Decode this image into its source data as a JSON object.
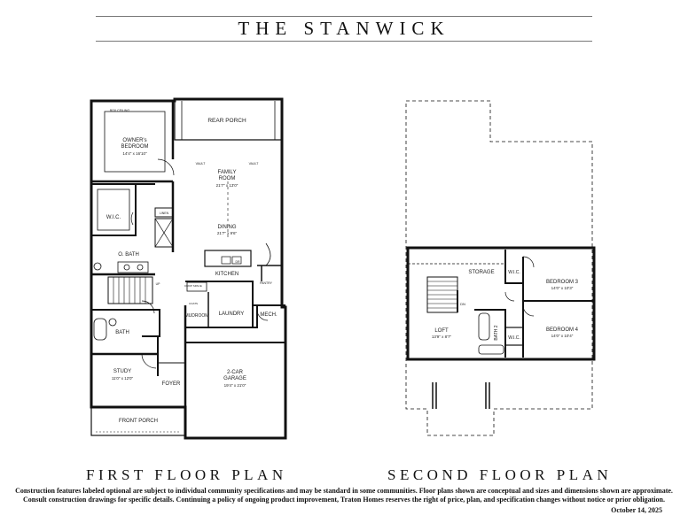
{
  "title": "THE STANWICK",
  "captions": {
    "first": "FIRST FLOOR PLAN",
    "second": "SECOND FLOOR PLAN"
  },
  "disclaimer": {
    "line1": "Construction features labeled optional are subject to individual community specifications and may be standard in some communities.  Floor plans shown are conceptual and sizes and dimensions shown are approximate.",
    "line2": "Consult construction drawings for specific details. Continuing a policy of ongoing product improvement, Traton Homes reserves the right of price, plan, and specification changes without notice or prior obligation."
  },
  "date": "October 14, 2025",
  "first_floor": {
    "rear_porch": "REAR PORCH",
    "owners_bedroom": "OWNER's",
    "owners_bedroom2": "BEDROOM",
    "owners_bedroom_dim": "14'4\" x 16'10\"",
    "family_room": "FAMILY",
    "family_room2": "ROOM",
    "family_room_dim": "21'7\" x 13'0\"",
    "dining": "DINING",
    "dining_dim": "21'7\" x 9'6\"",
    "wic": "W.I.C.",
    "o_bath": "O. BATH",
    "kitchen": "KITCHEN",
    "laundry": "LAUNDRY",
    "mudroom": "MUDROOM",
    "mech": "MECH.",
    "bath": "BATH",
    "study": "STUDY",
    "study_dim": "11'0\" x 12'0\"",
    "foyer": "FOYER",
    "garage": "2-CAR",
    "garage2": "GARAGE",
    "garage_dim": "19'4\" x 21'0\"",
    "front_porch": "FRONT PORCH",
    "pantry": "PANTRY",
    "linen": "LINEN",
    "dr": "DR",
    "up": "UP",
    "coats": "COATS",
    "drop_space": "DROP SPACE",
    "vault": "VAULT",
    "box_ceiling": "BOX CEILING"
  },
  "second_floor": {
    "storage": "STORAGE",
    "bedroom3": "BEDROOM 3",
    "bedroom3_dim": "14'0\" x 10'3\"",
    "bedroom4": "BEDROOM 4",
    "bedroom4_dim": "14'0\" x 10'4\"",
    "loft": "LOFT",
    "loft_dim": "13'9\" x 8'7\"",
    "wic": "W.I.C.",
    "bath2": "BATH 2",
    "dn": "DN"
  }
}
